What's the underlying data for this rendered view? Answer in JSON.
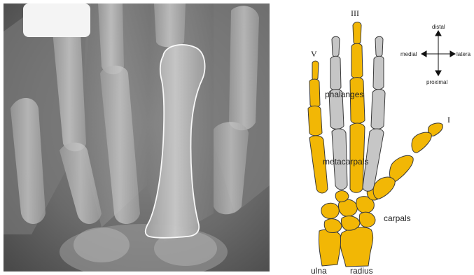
{
  "digit_labels": {
    "thumb": "I",
    "middle": "III",
    "little": "V"
  },
  "bone_labels": {
    "phalanges": "phalanges",
    "metacarpals": "metacarpals",
    "carpals": "carpals",
    "ulna": "ulna",
    "radius": "radius"
  },
  "orientation": {
    "distal": "distal",
    "proximal": "proximal",
    "medial": "medial",
    "lateral": "latera"
  },
  "colors": {
    "highlighted_bone": "#f2b705",
    "other_bone": "#c6c6c6",
    "bone_outline": "#3a3a3a",
    "xray_outline": "#ffffff"
  }
}
